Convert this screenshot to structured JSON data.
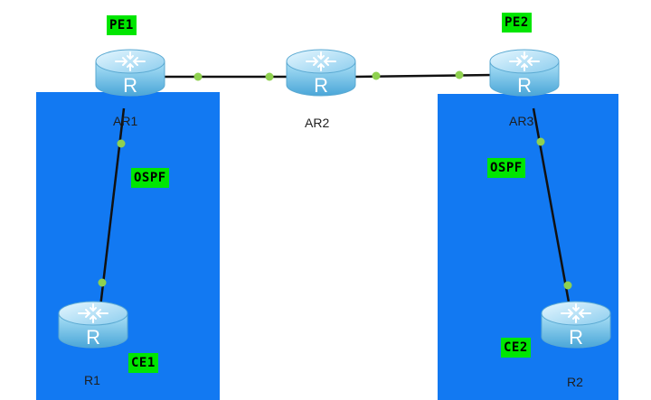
{
  "colors": {
    "region": "#1279f2",
    "link": "#111111",
    "port": "#8fd14f",
    "tag_bg": "#00e600"
  },
  "routers": [
    {
      "id": "ar1",
      "label": "AR1",
      "tag": "PE1",
      "icon": "router-icon"
    },
    {
      "id": "ar2",
      "label": "AR2",
      "tag": "",
      "icon": "router-icon"
    },
    {
      "id": "ar3",
      "label": "AR3",
      "tag": "PE2",
      "icon": "router-icon"
    },
    {
      "id": "r1",
      "label": "R1",
      "tag": "CE1",
      "icon": "router-icon"
    },
    {
      "id": "r2",
      "label": "R2",
      "tag": "CE2",
      "icon": "router-icon"
    }
  ],
  "links": [
    {
      "from": "ar1",
      "to": "ar2"
    },
    {
      "from": "ar2",
      "to": "ar3"
    },
    {
      "from": "ar1",
      "to": "r1",
      "label": "OSPF"
    },
    {
      "from": "ar3",
      "to": "r2",
      "label": "OSPF"
    }
  ],
  "router_glyph": "R"
}
